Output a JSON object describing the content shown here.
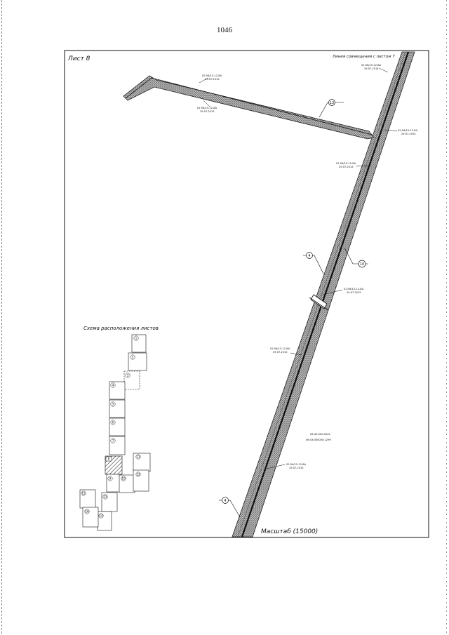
{
  "page_number": "1046",
  "sheet_label": "Лист 8",
  "match_line_label": "Линия совмещения с листом 7",
  "scale_label": "Масштаб (15000)",
  "scheme_title": "Схема расположения листов",
  "callouts": [
    "13",
    "4",
    "10",
    "4"
  ],
  "parcel_codes": [
    {
      "code": "02:56/15-12-8А",
      "date": "29.07.2015"
    },
    {
      "code": "02:56/15-12-8А",
      "date": "29.07.2015"
    },
    {
      "code": "02:56/15-12-8А",
      "date": "29.07.2015"
    },
    {
      "code": "02:56/15-12-8А",
      "date": "29.07.2015"
    },
    {
      "code": "02:56/15-12-8А",
      "date": "29.07.2015"
    },
    {
      "code": "02:56/15-12-8А",
      "date": "29.07.2015"
    },
    {
      "code": "02:56/15-12-8А",
      "date": "29.07.2015"
    },
    {
      "code": "02:56/15-12-8А",
      "date": "29.07.2015"
    }
  ],
  "center_labels": [
    "06:43:000:0002",
    "06:43:000000:1299"
  ],
  "scheme_sheets": [
    "1",
    "2",
    "3",
    "4",
    "5",
    "6",
    "7",
    "8",
    "9",
    "10",
    "11",
    "12",
    "13",
    "14",
    "15",
    "16"
  ]
}
